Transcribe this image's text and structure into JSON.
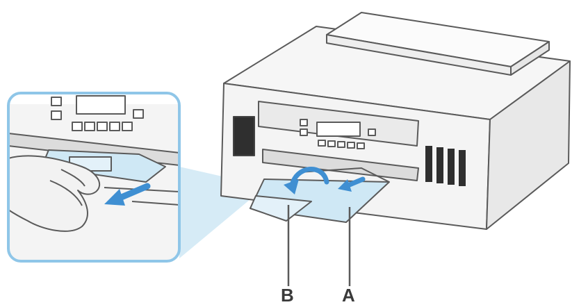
{
  "labels": {
    "a": "A",
    "b": "B"
  },
  "colors": {
    "outline": "#5a5a5a",
    "printer_body": "#f6f6f6",
    "printer_shade": "#e6e6e6",
    "dark_panel": "#2f2f2f",
    "highlight_tray": "#cfe8f5",
    "zoom_frame": "#8fc6e8",
    "zoom_beam": "#cfe8f5",
    "arrow_blue": "#3f8fd2",
    "hand_skin": "#f2f2f2"
  },
  "icons": {
    "zoom_inset": "magnified-detail",
    "pull_arrow": "arrow-pull-out-icon",
    "rotate_arrow": "curved-arrow-icon"
  }
}
